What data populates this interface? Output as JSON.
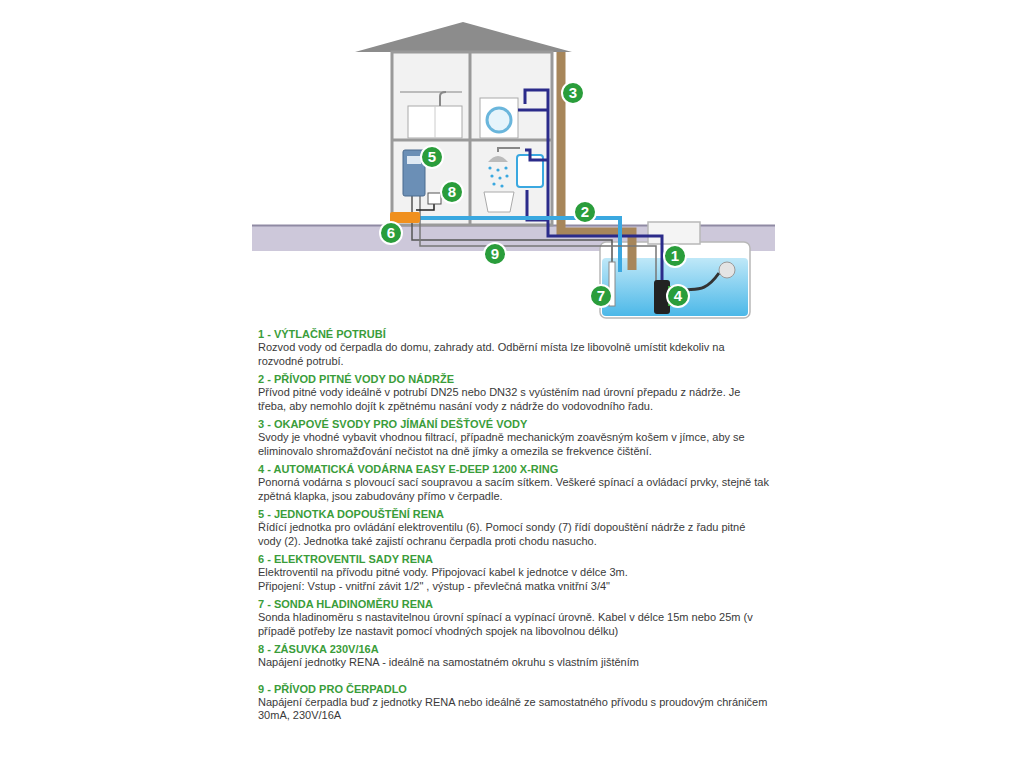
{
  "diagram": {
    "labels": [
      "3",
      "5",
      "8",
      "2",
      "6",
      "1",
      "9",
      "7",
      "4",
      "1 - VÝTLAČNÉ POTRUBÍ",
      "Rozvod vody od čerpadla do domu, zahrady atd. Odběrní místa lze libovolně umístit kdekoliv na rozvodné potrubí.",
      "2 - PŘÍVOD PITNÉ VODY DO NÁDRŽE",
      "Přívod pitné vody ideálně v potrubí DN25 nebo DN32 s vyústěním nad úrovní přepadu z nádrže. Je třeba, aby nemohlo dojít k zpětnému nasání vody z nádrže do vodovodního řadu.",
      "3 - OKAPOVÉ SVODY PRO JÍMÁNÍ DEŠŤOVÉ VODY",
      "Svody je vhodné vybavit vhodnou filtrací, případně mechanickým zoavěsným košem v jímce, aby se eliminovalo shromažďování nečistot na dně jímky a omezila se frekvence čištění.",
      "4 - AUTOMATICKÁ VODÁRNA EASY E-DEEP 1200 X-RING",
      "Ponorná vodárna s plovoucí sací soupravou a sacím sítkem. Veškeré spínací a ovládací prvky, stejně tak zpětná klapka, jsou zabudovány přímo v čerpadle.",
      "5 - JEDNOTKA DOPOUŠTĚNÍ RENA",
      "Řídící jednotka pro ovládání elektroventilu (6). Pomocí sondy (7) řídí dopouštění nádrže z řadu pitné vody (2). Jednotka také zajistí ochranu čerpadla proti chodu nasucho.",
      "6 - ELEKTROVENTIL SADY RENA",
      "Elektroventil na přívodu pitné vody. Připojovací kabel k jednotce v délce 3m.",
      "Připojení: Vstup - vnitřní závit 1/2\" , výstup - převlečná matka vnitřní 3/4\"",
      "7 - SONDA HLADINOMĚRU RENA",
      "Sonda hladinoměru s nastavitelnou úrovní spínací a vypínací úrovně. Kabel v délce 15m  nebo 25m (v případě potřeby lze nastavit pomocí vhodných spojek na libovolnou délku)",
      "8 - ZÁSUVKA 230V/16A",
      "Napájení jednotky RENA - ideálně na samostatném okruhu s vlastním jištěním",
      "9 - PŘÍVOD PRO ČERPADLO",
      "Napájení čerpadla buď z jednotky RENA nebo ideálně ze samostatného přívodu s proudovým chráničem 30mA, 230V/16A"
    ]
  }
}
